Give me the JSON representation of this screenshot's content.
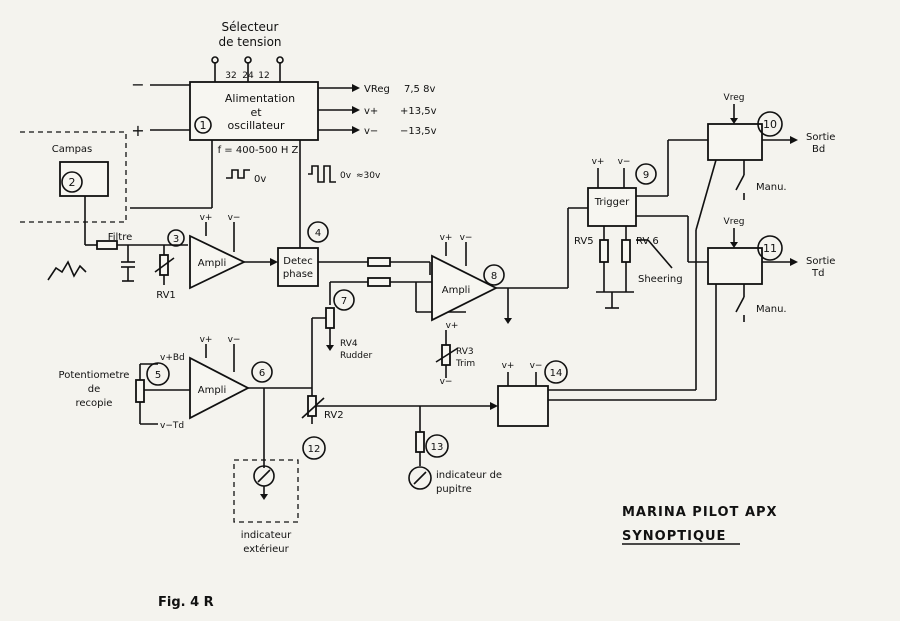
{
  "selector": {
    "title_line1": "Sélecteur",
    "title_line2": "de tension",
    "taps": [
      "32",
      "24",
      "12"
    ]
  },
  "supply": {
    "minus": "−",
    "plus": "+",
    "label_line1": "Alimentation",
    "label_line2": "et",
    "label_line3": "oscillateur",
    "num": "1",
    "freq": "f = 400-500 H Z",
    "out_vreg": "VReg",
    "out_vreg_val": "7,5 8v",
    "out_vplus": "v+",
    "out_vplus_val": "+13,5v",
    "out_vminus": "v−",
    "out_vminus_val": "−13,5v"
  },
  "compass": {
    "label": "Campas",
    "num": "2",
    "wave_label": "0v"
  },
  "filter": {
    "label": "Filtre",
    "rv1": "RV1"
  },
  "amp3": {
    "num": "3",
    "label": "Ampli",
    "vp": "v+",
    "vm": "v−"
  },
  "detector": {
    "num": "4",
    "line1": "Detec",
    "line2": "phase",
    "wave_label": "0v",
    "wave_volt": "≈30v"
  },
  "rudder": {
    "num": "7",
    "rv": "RV4",
    "label": "Rudder"
  },
  "amp8": {
    "num": "8",
    "label": "Ampli",
    "vp": "v+",
    "vm": "v−",
    "trim_rv": "RV3",
    "trim": "Trim",
    "trim_vp": "v+",
    "trim_vm": "v−"
  },
  "trigger": {
    "num": "9",
    "label": "Trigger",
    "vp": "v+",
    "vm": "v−",
    "rv5": "RV5",
    "rv6": "RV 6",
    "sheering": "Sheering"
  },
  "out10": {
    "num": "10",
    "vreg": "Vreg",
    "out_line1": "Sortie",
    "out_line2": "Bd",
    "manu": "Manu."
  },
  "out11": {
    "num": "11",
    "vreg": "Vreg",
    "out_line1": "Sortie",
    "out_line2": "Td",
    "manu": "Manu."
  },
  "pot": {
    "num": "5",
    "line1": "Potentiometre",
    "line2": "de",
    "line3": "recopie",
    "v_bd": "v+Bd",
    "v_td": "v−Td"
  },
  "amp6": {
    "num": "6",
    "label": "Ampli",
    "vp": "v+",
    "vm": "v−"
  },
  "rv2": {
    "num": "12",
    "label": "RV2"
  },
  "ind13": {
    "num": "13",
    "line1": "indicateur de",
    "line2": "pupitre"
  },
  "ext": {
    "line1": "indicateur",
    "line2": "extérieur"
  },
  "block14": {
    "num": "14",
    "vp": "v+",
    "vm": "v−"
  },
  "caption": {
    "title": "MARINA  PILOT  APX",
    "subtitle": "SYNOPTIQUE",
    "fig": "Fig. 4 R"
  }
}
